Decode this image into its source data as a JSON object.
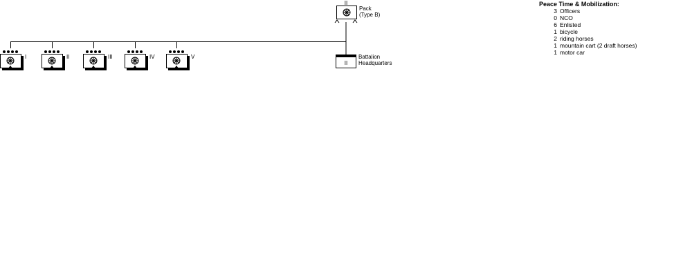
{
  "parent_unit": {
    "size": "II",
    "label_line1": "Pack",
    "label_line2": "(Type B)"
  },
  "hq": {
    "designation": "II",
    "label_line1": "Battalion",
    "label_line2": "Headquarters"
  },
  "batteries": [
    {
      "label": "I"
    },
    {
      "label": "II"
    },
    {
      "label": "III"
    },
    {
      "label": "IV"
    },
    {
      "label": "V"
    }
  ],
  "strength": {
    "title": "Peace Time & Mobilization:",
    "items": [
      {
        "count": "3",
        "item": "Officers"
      },
      {
        "count": "0",
        "item": "NCO"
      },
      {
        "count": "6",
        "item": "Enlisted"
      },
      {
        "count": "1",
        "item": "bicycle"
      },
      {
        "count": "2",
        "item": "riding horses"
      },
      {
        "count": "1",
        "item": "mountain cart (2 draft horses)"
      },
      {
        "count": "1",
        "item": "motor car"
      }
    ]
  }
}
